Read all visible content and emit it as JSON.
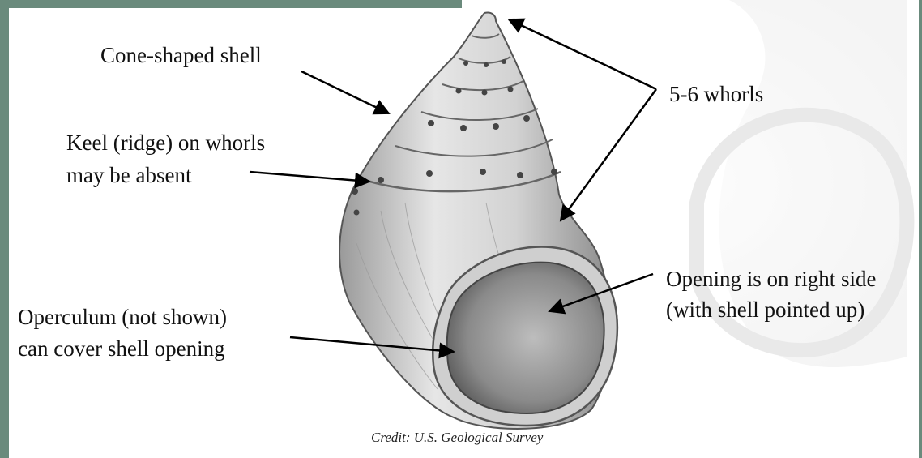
{
  "labels": {
    "cone_shaped_shell": "Cone-shaped shell",
    "keel_line1": "Keel (ridge) on whorls",
    "keel_line2": "may be absent",
    "whorls": "5-6 whorls",
    "opening_line1": "Opening is on right side",
    "opening_line2": "(with shell pointed up)",
    "operculum_line1": "Operculum (not shown)",
    "operculum_line2": "can cover shell opening"
  },
  "credit": "Credit: U.S. Geological Survey",
  "colors": {
    "frame": "#6a8a7c",
    "shell_light": "#dedede",
    "shell_dark": "#8a8a8a",
    "arrow": "#000000"
  }
}
